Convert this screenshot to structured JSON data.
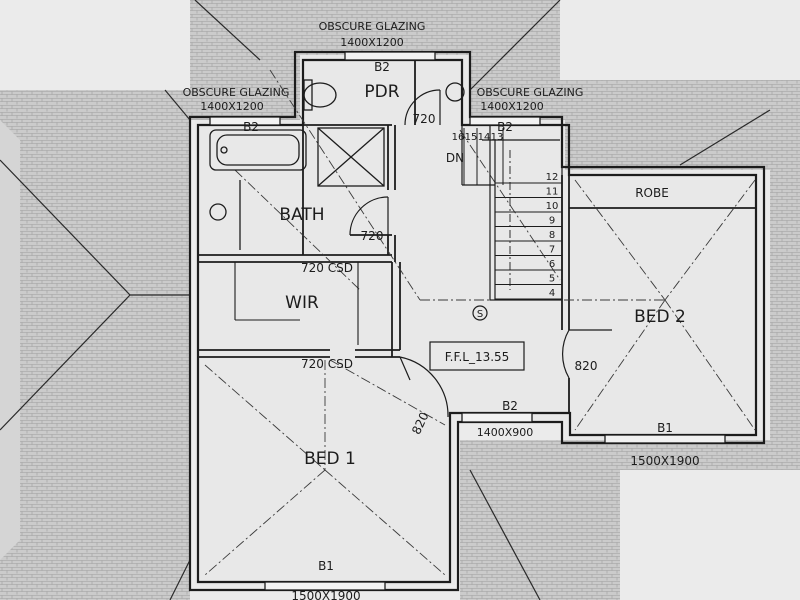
{
  "plan": {
    "rooms": {
      "pdr": "PDR",
      "bath": "BATH",
      "wir": "WIR",
      "bed1": "BED 1",
      "bed2": "BED 2",
      "robe": "ROBE"
    },
    "level_label": "F.F.L_13.55",
    "smoke_detector": "S",
    "stair": {
      "down_label": "DN",
      "steps": [
        "16",
        "15",
        "14",
        "13",
        "12",
        "11",
        "10",
        "9",
        "8",
        "7",
        "6",
        "5",
        "4"
      ]
    },
    "doors": {
      "pdr_door": "720",
      "bath_door": "720",
      "bath_csd": "720 CSD",
      "wir_csd": "720 CSD",
      "bed1_door": "820",
      "bed2_door": "820"
    },
    "windows": {
      "pdr_code": "B2",
      "pdr_glazing": "OBSCURE GLAZING",
      "pdr_size": "1400X1200",
      "bath_code": "B2",
      "bath_glazing": "OBSCURE GLAZING",
      "bath_size": "1400X1200",
      "stair_code": "B2",
      "stair_glazing": "OBSCURE GLAZING",
      "stair_size": "1400X1200",
      "landing_code": "B2",
      "landing_size": "1400X900",
      "bed1_code": "B1",
      "bed1_size": "1500X1900",
      "bed2_code": "B1",
      "bed2_size": "1500X1900"
    }
  },
  "colors": {
    "paper": "#ececec",
    "roof_tile": "#cfcfcf",
    "ink": "#1c1c1c",
    "floor": "#e9e9e9"
  }
}
